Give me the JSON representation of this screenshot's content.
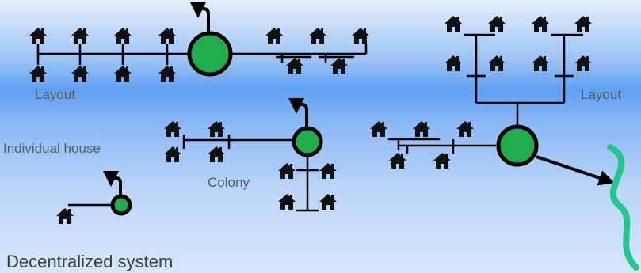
{
  "labels": {
    "layout_left": "Layout",
    "layout_right": "Layout",
    "individual_house": "Individual house",
    "colony": "Colony",
    "title": "Decentralized system"
  },
  "colors": {
    "plant_fill": "#1fae4b",
    "line": "#000000",
    "receiving_water": "#1ec98a",
    "text": "#5a5a5a"
  },
  "icons": [
    "house-icon",
    "treatment-plant-icon",
    "return-loop-arrow-icon",
    "discharge-arrow-icon",
    "receiving-water-icon"
  ]
}
